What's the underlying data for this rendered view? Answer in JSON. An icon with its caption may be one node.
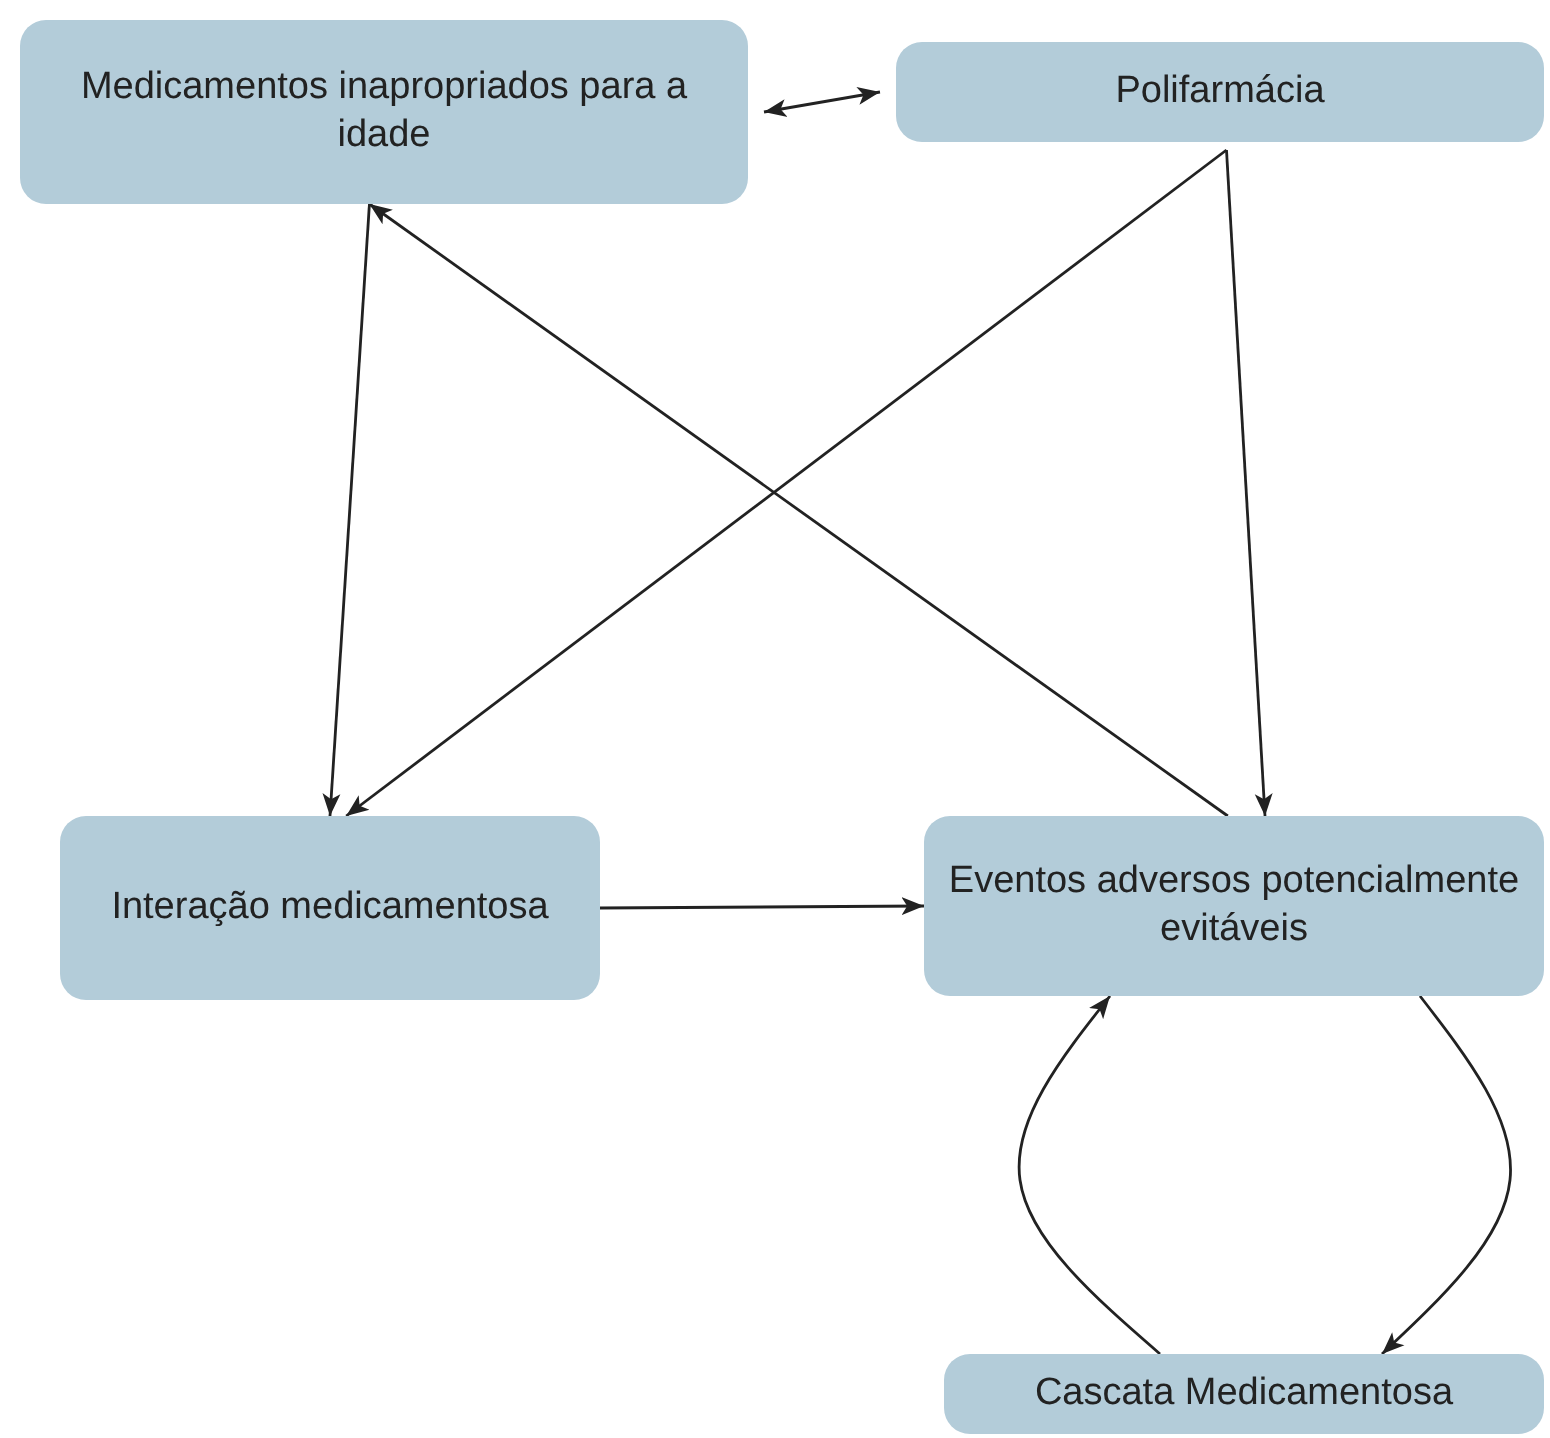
{
  "diagram": {
    "nodes": [
      {
        "text": [
          "Medicamentos inapropriados para a idade"
        ]
      },
      {
        "text": [
          "Polifarmácia"
        ]
      },
      {
        "text": [
          "Interação medicamentosa"
        ]
      },
      {
        "text": [
          "Eventos adversos potencialmente evitáveis"
        ]
      },
      {
        "text": [
          "Cascata Medicamentosa"
        ]
      }
    ],
    "edges": [
      {
        "from": 0,
        "to": 1,
        "arrow": "both"
      },
      {
        "from": 0,
        "to": 2,
        "arrow": "to"
      },
      {
        "from": 1,
        "to": 2,
        "arrow": "to"
      },
      {
        "from": 3,
        "to": 0,
        "arrow": "to"
      },
      {
        "from": 1,
        "to": 3,
        "arrow": "to"
      },
      {
        "from": 2,
        "to": 3,
        "arrow": "to"
      },
      {
        "from": 3,
        "to": 4,
        "arrow": "to"
      },
      {
        "from": 4,
        "to": 3,
        "arrow": "to"
      }
    ]
  }
}
